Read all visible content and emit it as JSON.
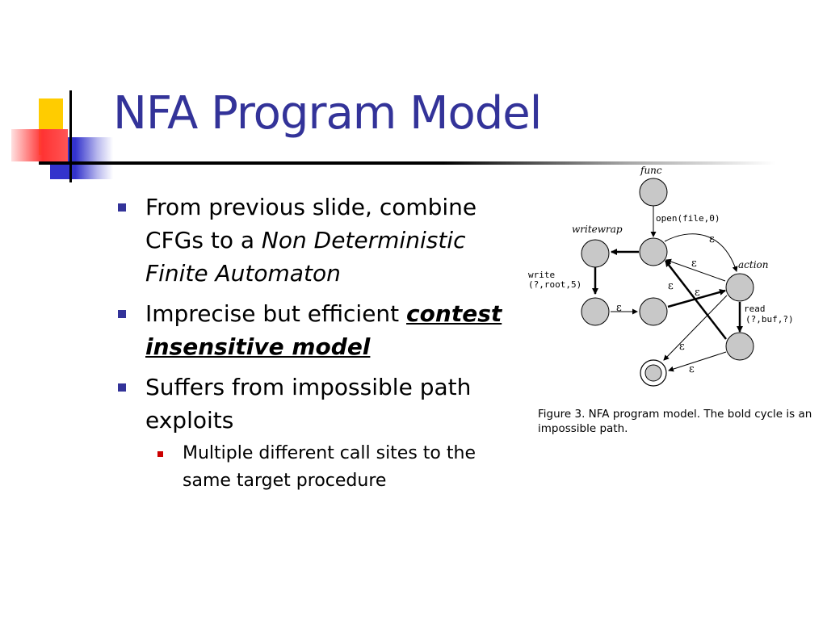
{
  "title": "NFA Program Model",
  "bullets": [
    {
      "text_plain": "From previous slide, combine CFGs to a ",
      "text_italic": "Non Deterministic Finite Automaton"
    },
    {
      "text_plain": "Imprecise but efficient ",
      "text_emph": "contest insensitive model"
    },
    {
      "text_plain": "Suffers from impossible path exploits"
    }
  ],
  "sub_bullets": [
    {
      "text": "Multiple different call sites to the same target procedure"
    }
  ],
  "figure": {
    "node_labels": {
      "func": "func",
      "writewrap": "writewrap",
      "action": "action"
    },
    "edge_labels": {
      "open": "open(file,0)",
      "write_1": "write",
      "write_2": "(?,root,5)",
      "read_1": "read",
      "read_2": "(?,buf,?)",
      "epsilon": "ε"
    },
    "caption": "Figure 3. NFA program model. The bold cycle is an impossible path."
  },
  "colors": {
    "title": "#333399",
    "bullet": "#333399",
    "sub_bullet": "#cc0000",
    "node_fill": "#c8c8c8",
    "deco_yellow": "#ffcc00",
    "deco_red": "#ff3333",
    "deco_blue": "#3333cc"
  }
}
